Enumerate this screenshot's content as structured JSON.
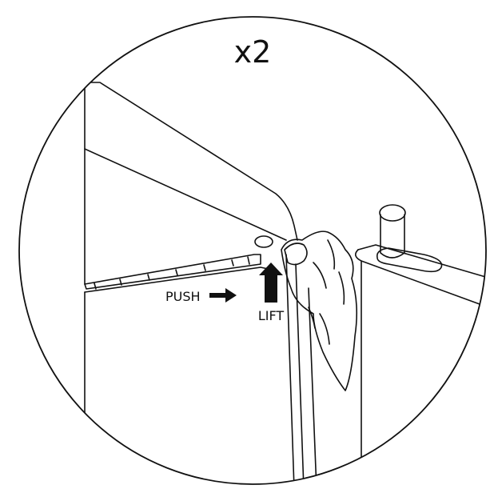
{
  "quantity_label": "x2",
  "push_label": "PUSH",
  "lift_label": "LIFT",
  "colors": {
    "line": "#111111",
    "background": "#ffffff"
  }
}
